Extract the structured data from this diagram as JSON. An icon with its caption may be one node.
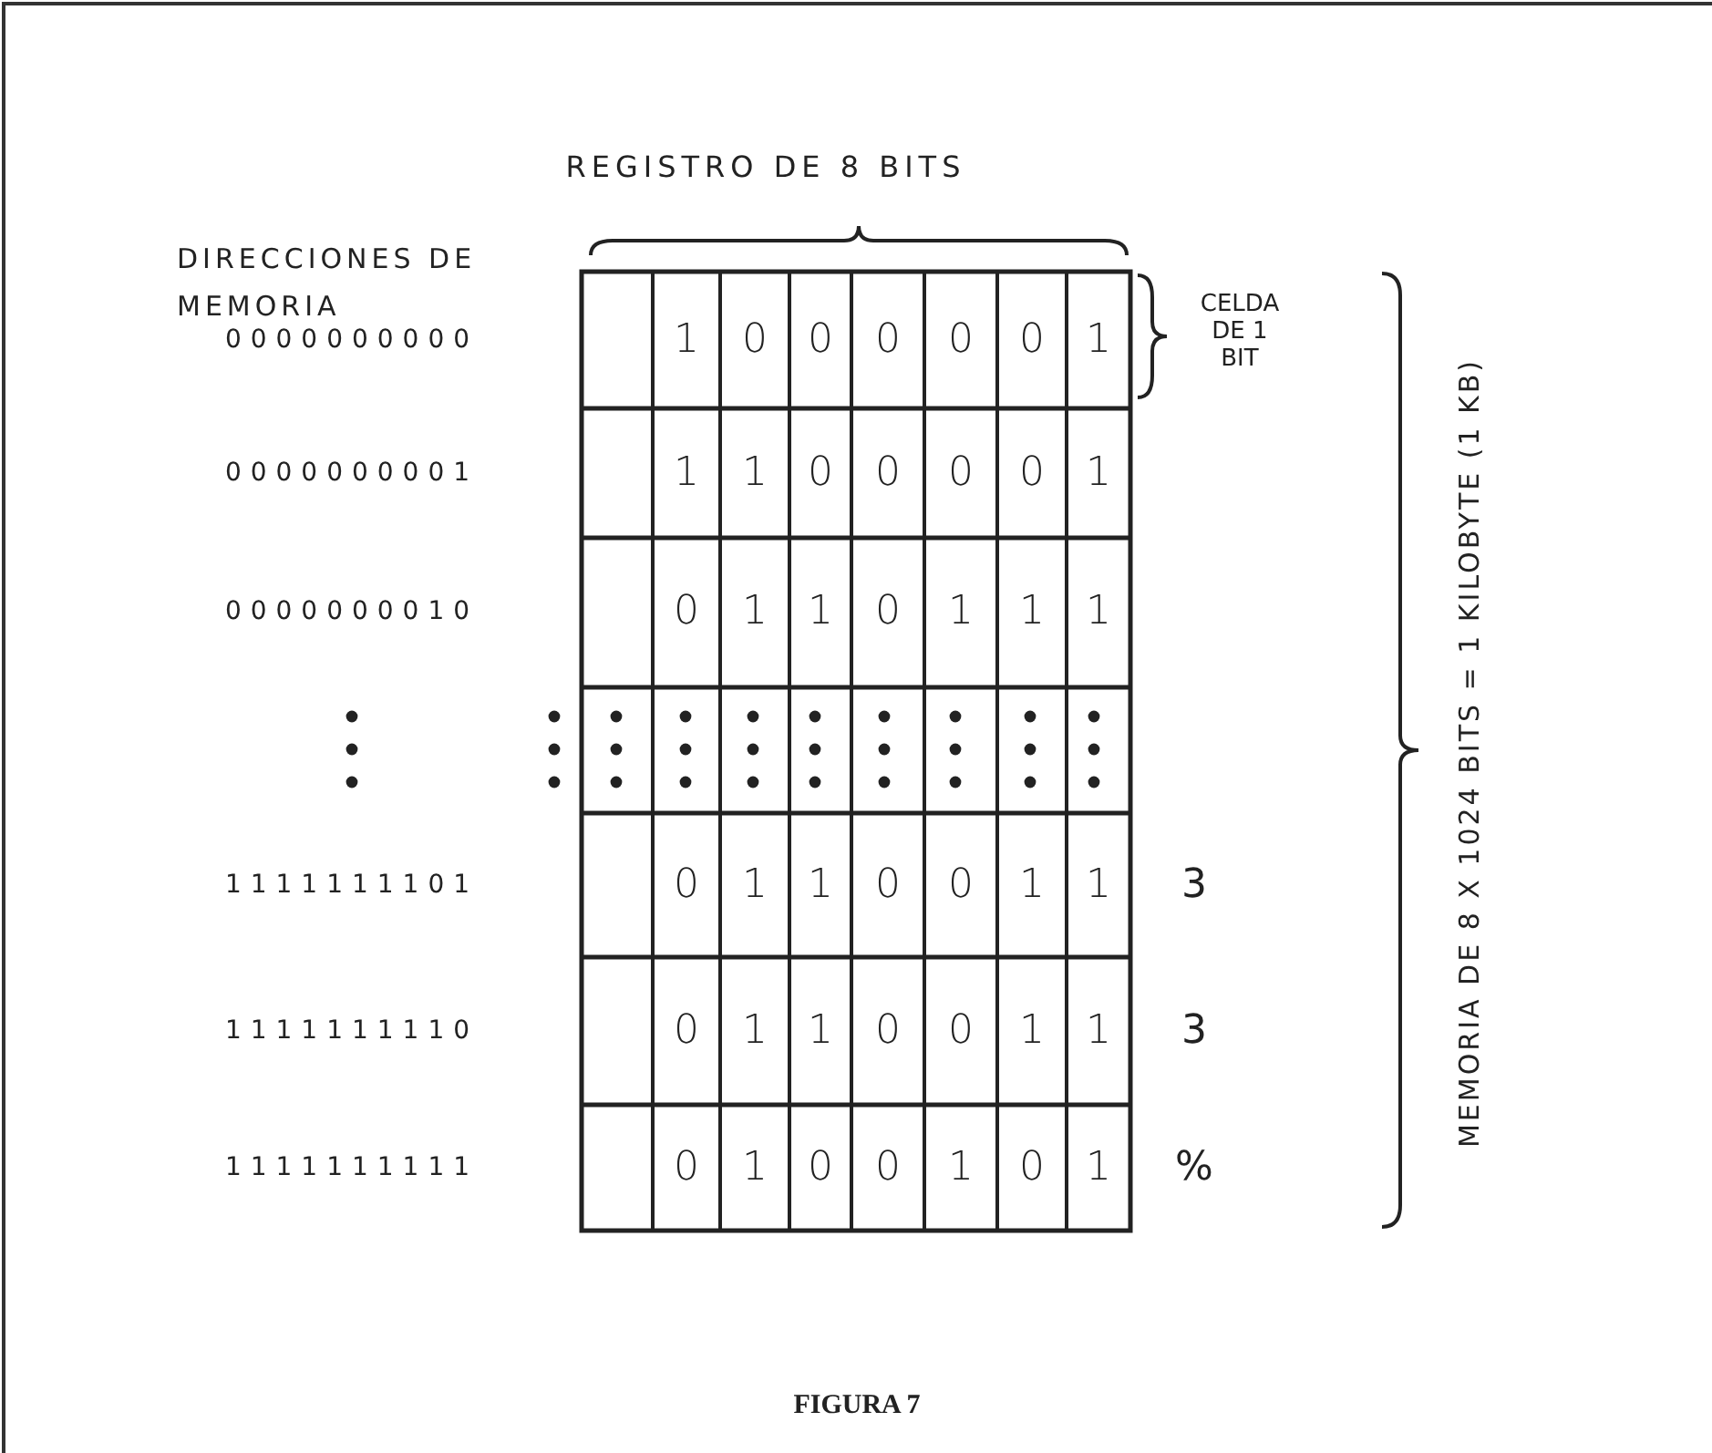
{
  "diagram": {
    "caption": "FIGURA 7",
    "labels": [
      "REGISTRO DE 8 BITS",
      "DIRECCIONES DE MEMORIA",
      "CELDA DE 1 BIT",
      "0000000000",
      "1",
      "0",
      "0",
      "0",
      "0",
      "0",
      "1",
      "0000000001",
      "1",
      "1",
      "0",
      "0",
      "0",
      "0",
      "1",
      "0000000010",
      "0",
      "1",
      "1",
      "0",
      "1",
      "1",
      "1",
      "1111111101",
      "0",
      "1",
      "1",
      "0",
      "0",
      "1",
      "1",
      "3",
      "1111111110",
      "0",
      "1",
      "1",
      "0",
      "0",
      "1",
      "1",
      "3",
      "1111111111",
      "0",
      "1",
      "0",
      "0",
      "1",
      "0",
      "1",
      "%",
      "MEMORIA DE 8 X 1024 BITS = 1 KILOBYTE (1 KB)"
    ]
  }
}
